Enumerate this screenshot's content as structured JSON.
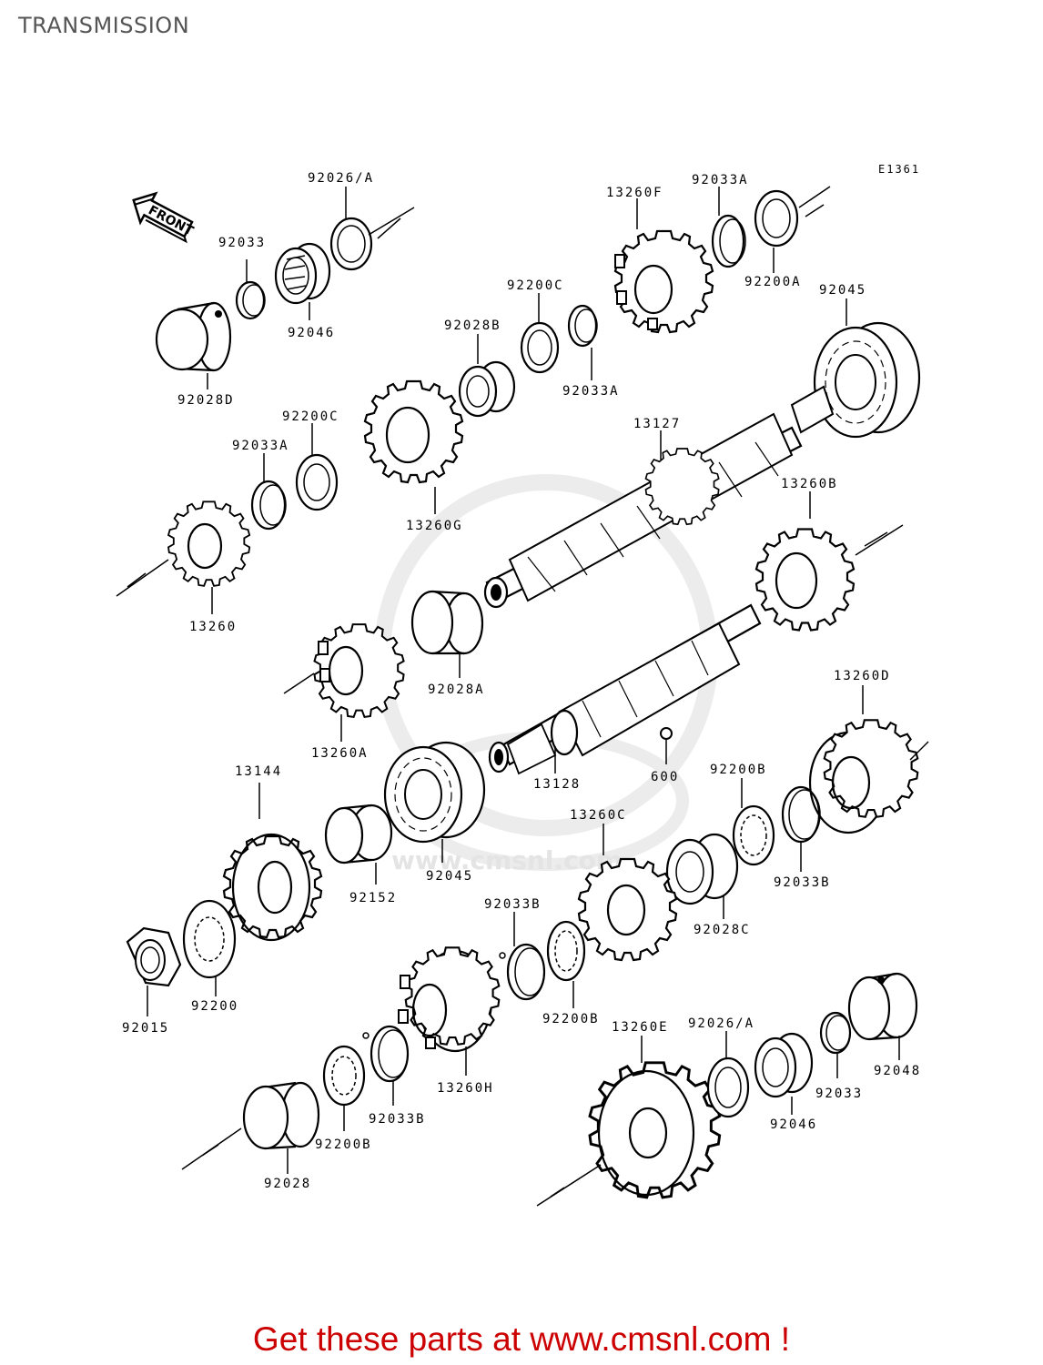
{
  "title": "TRANSMISSION",
  "diagram_code": "E1361",
  "front_label": "FRONT",
  "watermark": "www.cmsnl.com",
  "footer": "Get these parts at www.cmsnl.com !",
  "parts": {
    "p92026A_top": "92026/A",
    "p92033_top": "92033",
    "p92046_top": "92046",
    "p92028D": "92028D",
    "p13260F": "13260F",
    "p92033A_top": "92033A",
    "p92200A": "92200A",
    "p92045_top": "92045",
    "p92200C_top": "92200C",
    "p92028B": "92028B",
    "p92033A_mid": "92033A",
    "p92200C_mid": "92200C",
    "p92033A_left": "92033A",
    "p13127": "13127",
    "p13260G": "13260G",
    "p13260": "13260",
    "p13260B": "13260B",
    "p92028A": "92028A",
    "p13260A": "13260A",
    "p13260D": "13260D",
    "p13144": "13144",
    "p13128": "13128",
    "p600": "600",
    "p92200B_right": "92200B",
    "p13260C": "13260C",
    "p92152": "92152",
    "p92045_bottom": "92045",
    "p92033B_right": "92033B",
    "p92028C": "92028C",
    "p92033B_mid": "92033B",
    "p92015": "92015",
    "p92200_bottom": "92200",
    "p92200B_mid": "92200B",
    "p13260E": "13260E",
    "p92026A_bottom": "92026/A",
    "p92048": "92048",
    "p13260H": "13260H",
    "p92033_bottom": "92033",
    "p92046_bottom": "92046",
    "p92033B_bottom": "92033B",
    "p92200B_bottom": "92200B",
    "p92028": "92028"
  }
}
